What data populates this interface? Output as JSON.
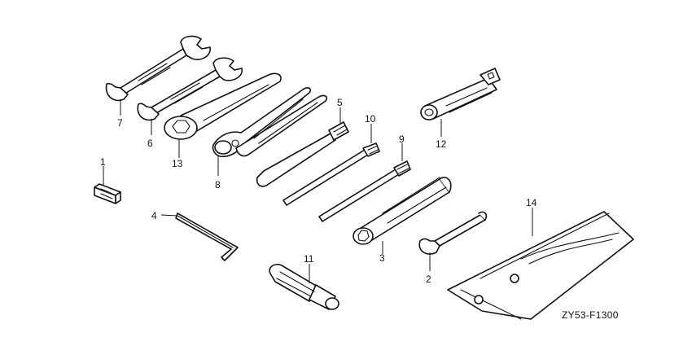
{
  "callouts": [
    "1",
    "2",
    "3",
    "4",
    "5",
    "6",
    "7",
    "8",
    "9",
    "10",
    "11",
    "12",
    "13",
    "14"
  ],
  "diagram_code": "ZY53-F1300"
}
